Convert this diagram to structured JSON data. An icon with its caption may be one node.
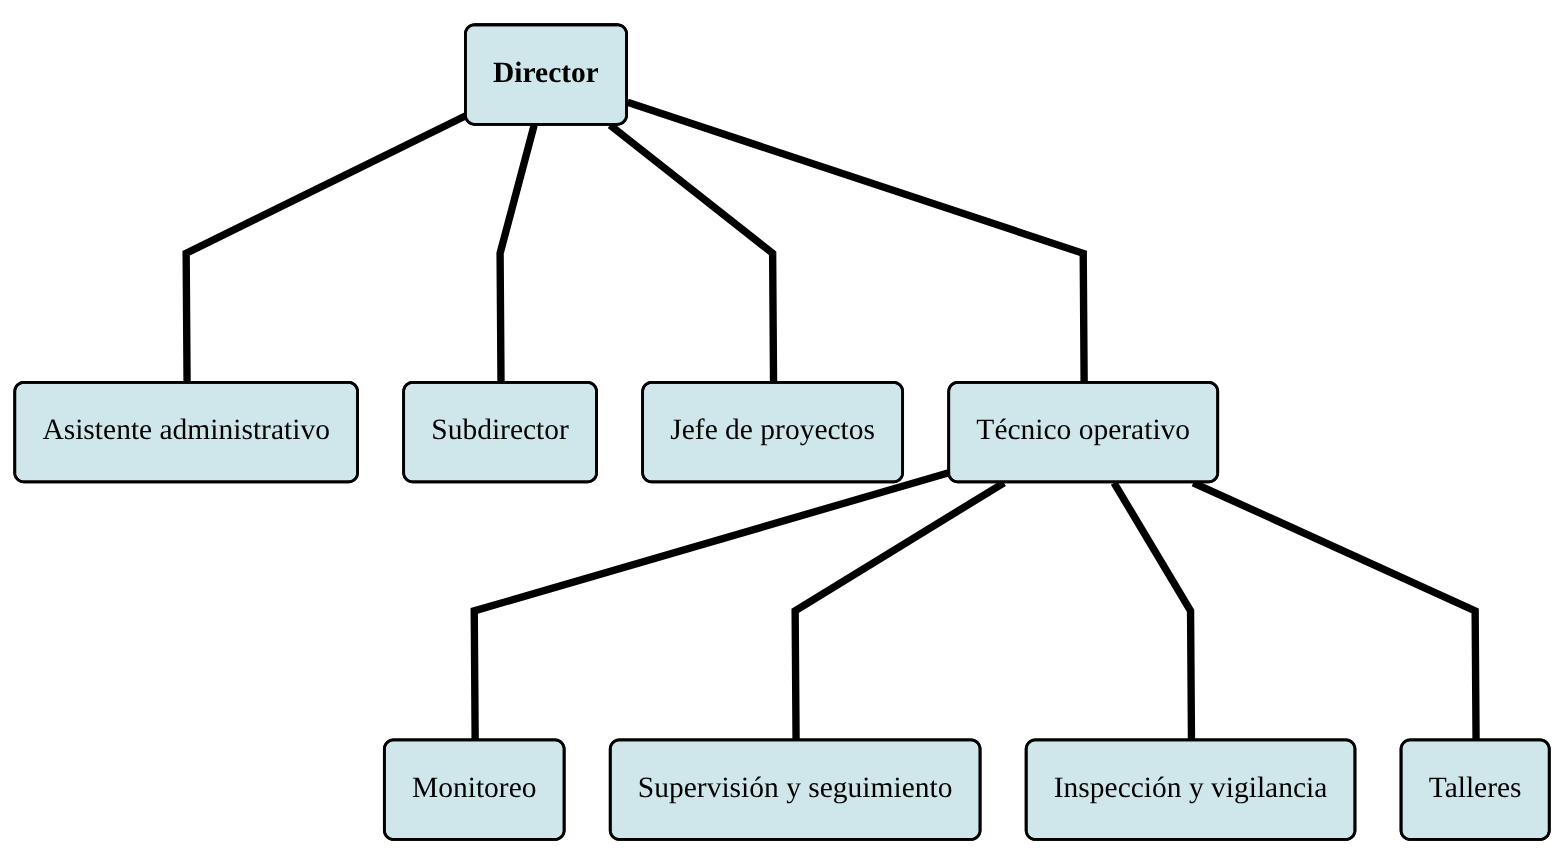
{
  "diagram": {
    "nodes": [
      {
        "text": [
          "Director"
        ]
      },
      {
        "text": [
          "Asistente administrativo"
        ]
      },
      {
        "text": [
          "Subdirector"
        ]
      },
      {
        "text": [
          "Jefe de proyectos"
        ]
      },
      {
        "text": [
          "Técnico operativo"
        ]
      },
      {
        "text": [
          "Monitoreo"
        ]
      },
      {
        "text": [
          "Supervisión y seguimiento"
        ]
      },
      {
        "text": [
          "Inspección y vigilancia"
        ]
      },
      {
        "text": [
          "Talleres"
        ]
      }
    ],
    "edges": [
      {
        "from": 0,
        "to": 1,
        "arrow": "none"
      },
      {
        "from": 0,
        "to": 2,
        "arrow": "none"
      },
      {
        "from": 0,
        "to": 3,
        "arrow": "none"
      },
      {
        "from": 0,
        "to": 4,
        "arrow": "none"
      },
      {
        "from": 4,
        "to": 5,
        "arrow": "none"
      },
      {
        "from": 4,
        "to": 6,
        "arrow": "none"
      },
      {
        "from": 4,
        "to": 7,
        "arrow": "none"
      },
      {
        "from": 4,
        "to": 8,
        "arrow": "none"
      }
    ]
  }
}
